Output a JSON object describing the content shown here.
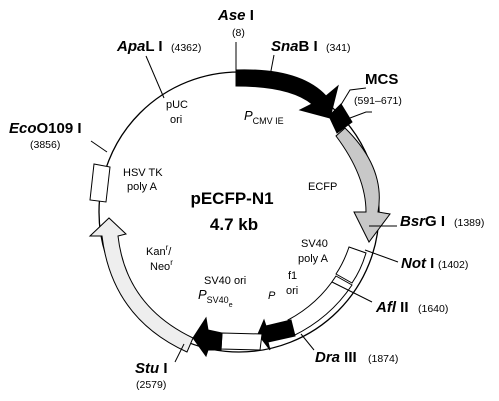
{
  "plasmid": {
    "name": "pECFP-N1",
    "size": "4.7 kb"
  },
  "sites": {
    "ase": {
      "italic": "Ase",
      "roman": " I",
      "pos": "(8)"
    },
    "snab": {
      "italic": "Sna",
      "roman": "B I",
      "pos": "(341)"
    },
    "apal": {
      "italic": "Apa",
      "roman": "L I",
      "pos": "(4362)"
    },
    "eco": {
      "italic": "Eco",
      "roman": "O109 I",
      "pos": "(3856)"
    },
    "mcs": {
      "label": "MCS",
      "pos": "(591–671)"
    },
    "bsrg": {
      "italic": "Bsr",
      "roman": "G I",
      "pos": "(1389)"
    },
    "not": {
      "italic": "Not",
      "roman": " I",
      "pos": "(1402)"
    },
    "afl": {
      "italic": "Afl",
      "roman": " II",
      "pos": "(1640)"
    },
    "dra": {
      "italic": "Dra",
      "roman": " III",
      "pos": "(1874)"
    },
    "stu": {
      "italic": "Stu",
      "roman": " I",
      "pos": "(2579)"
    }
  },
  "features": {
    "puc_line1": "pUC",
    "puc_line2": "ori",
    "pcmv_p": "P",
    "pcmv_sub": "CMV IE",
    "ecfp": "ECFP",
    "hsv_line1": "HSV TK",
    "hsv_line2": "poly A",
    "sv40pa_line1": "SV40",
    "sv40pa_line2": "poly A",
    "f1_line1": "f1",
    "f1_line2": "ori",
    "kan_a": "Kan",
    "kan_sup": "r",
    "kan_b": "/",
    "neo_a": "Neo",
    "neo_sup": "r",
    "sv40ori": "SV40 ori",
    "psv40_p": "P",
    "psv40_sub": "SV40",
    "psv40_subsub": "e",
    "p_small": "P"
  }
}
